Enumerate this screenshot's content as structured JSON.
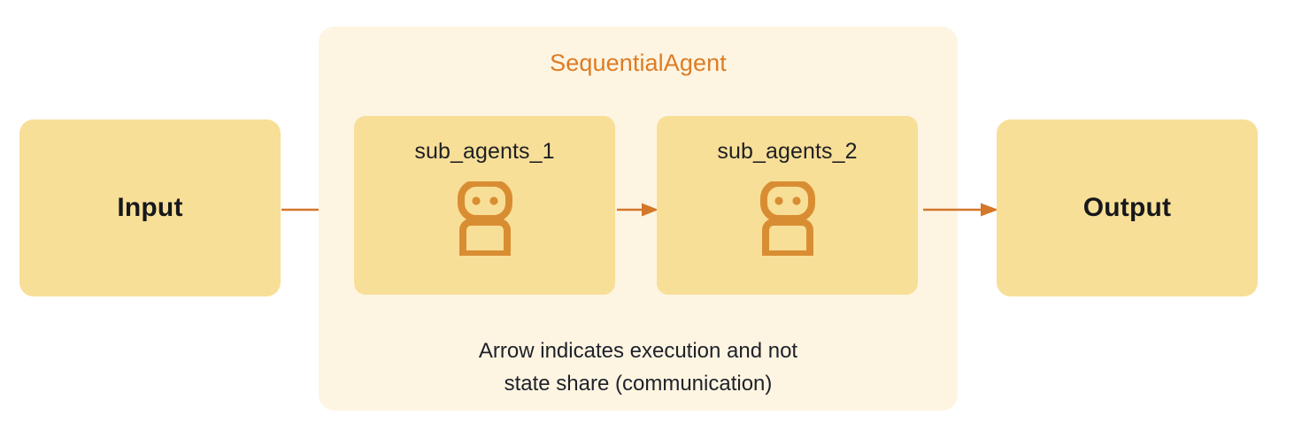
{
  "diagram": {
    "title": "SequentialAgent",
    "input": {
      "label": "Input"
    },
    "output": {
      "label": "Output"
    },
    "agents": [
      {
        "label": "sub_agents_1",
        "icon": "robot-icon"
      },
      {
        "label": "sub_agents_2",
        "icon": "robot-icon"
      }
    ],
    "caption": {
      "line1": "Arrow indicates execution and not",
      "line2": "state share (communication)"
    },
    "arrows": [
      {
        "name": "input-to-agent1",
        "from": "Input",
        "to": "sub_agents_1"
      },
      {
        "name": "agent1-to-agent2",
        "from": "sub_agents_1",
        "to": "sub_agents_2"
      },
      {
        "name": "agent2-to-output",
        "from": "sub_agents_2",
        "to": "Output"
      }
    ],
    "colors": {
      "background": "#FFFFFF",
      "container_fill": "#FDF5E2",
      "node_fill": "#F8DF97",
      "title_orange": "#DD7C25",
      "icon_orange": "#D98D33",
      "arrow_orange": "#D4772A",
      "text_dark": "#1F2024"
    }
  }
}
